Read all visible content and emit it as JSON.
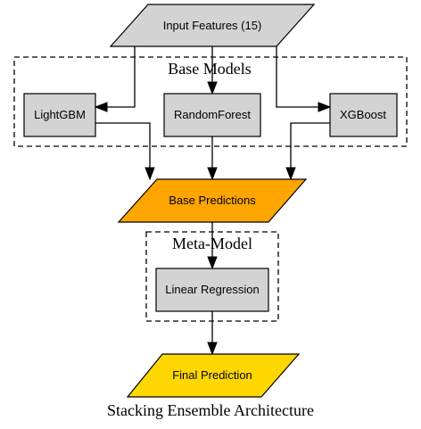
{
  "diagram": {
    "title": "Stacking Ensemble Architecture",
    "nodes": {
      "input": {
        "label": "Input Features (15)",
        "fill": "#d3d3d3"
      },
      "lightgbm": {
        "label": "LightGBM",
        "fill": "#d3d3d3"
      },
      "randomforest": {
        "label": "RandomForest",
        "fill": "#d3d3d3"
      },
      "xgboost": {
        "label": "XGBoost",
        "fill": "#d3d3d3"
      },
      "base_predictions": {
        "label": "Base Predictions",
        "fill": "#ffa500"
      },
      "linear_regression": {
        "label": "Linear Regression",
        "fill": "#d3d3d3"
      },
      "final_prediction": {
        "label": "Final Prediction",
        "fill": "#ffd700"
      }
    },
    "clusters": {
      "base_models": {
        "label": "Base Models"
      },
      "meta_model": {
        "label": "Meta-Model"
      }
    },
    "edges": [
      {
        "from": "Input Features (15)",
        "to": "LightGBM"
      },
      {
        "from": "Input Features (15)",
        "to": "RandomForest"
      },
      {
        "from": "Input Features (15)",
        "to": "XGBoost"
      },
      {
        "from": "LightGBM",
        "to": "Base Predictions"
      },
      {
        "from": "RandomForest",
        "to": "Base Predictions"
      },
      {
        "from": "XGBoost",
        "to": "Base Predictions"
      },
      {
        "from": "Base Predictions",
        "to": "Linear Regression"
      },
      {
        "from": "Linear Regression",
        "to": "Final Prediction"
      }
    ]
  }
}
